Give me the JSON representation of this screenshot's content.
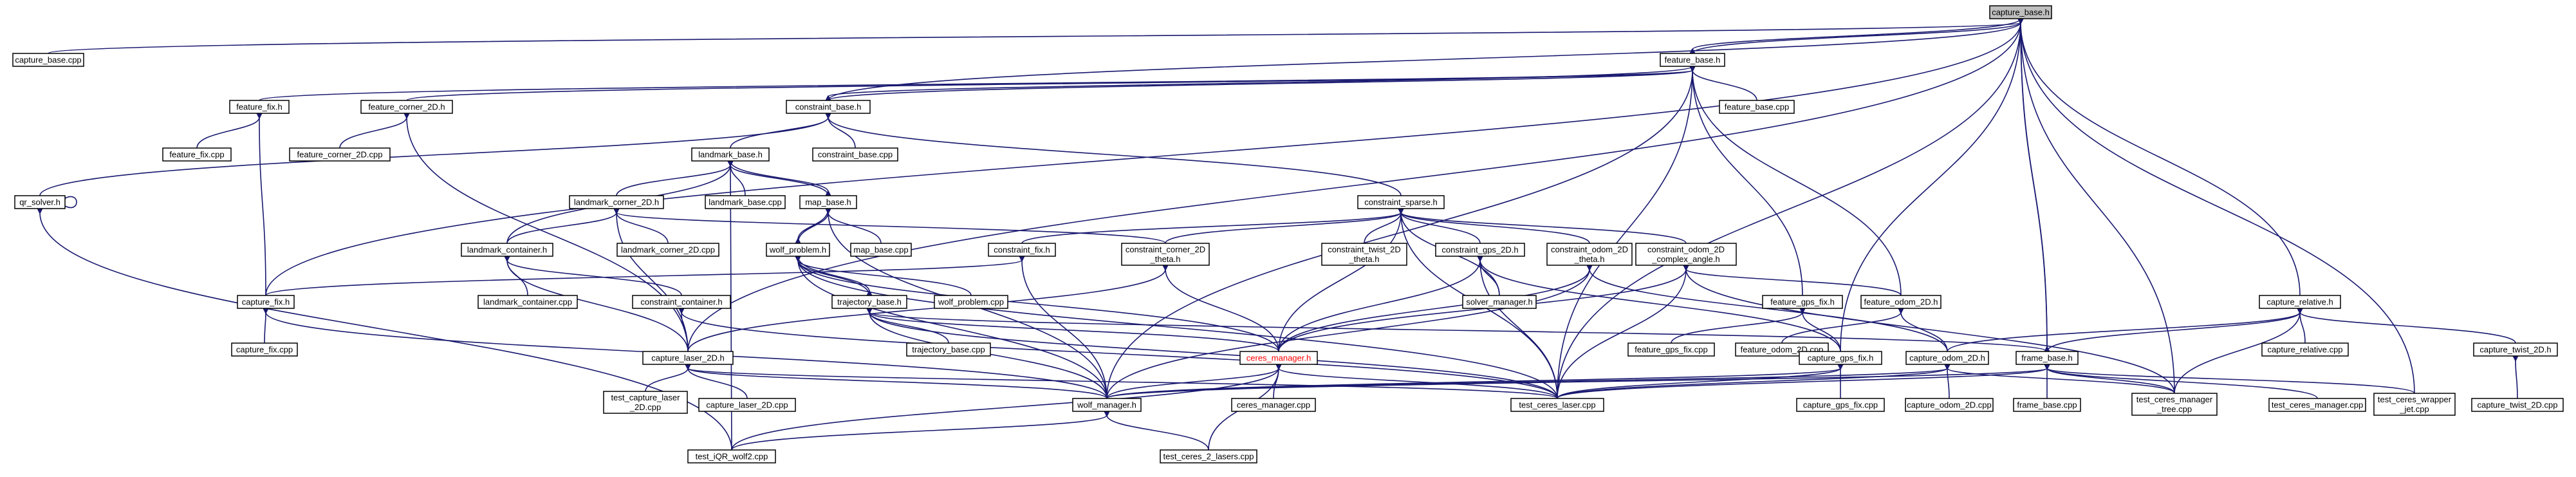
{
  "diagram": {
    "nodes": [
      {
        "id": "capture_base_h",
        "lines": [
          "capture_base.h"
        ],
        "root": true
      },
      {
        "id": "capture_base_cpp",
        "lines": [
          "capture_base.cpp"
        ]
      },
      {
        "id": "feature_base_h",
        "lines": [
          "feature_base.h"
        ]
      },
      {
        "id": "feature_fix_h",
        "lines": [
          "feature_fix.h"
        ]
      },
      {
        "id": "feature_corner_2D_h",
        "lines": [
          "feature_corner_2D.h"
        ]
      },
      {
        "id": "constraint_base_h",
        "lines": [
          "constraint_base.h"
        ]
      },
      {
        "id": "feature_base_cpp",
        "lines": [
          "feature_base.cpp"
        ]
      },
      {
        "id": "feature_fix_cpp",
        "lines": [
          "feature_fix.cpp"
        ]
      },
      {
        "id": "feature_corner_2D_cpp",
        "lines": [
          "feature_corner_2D.cpp"
        ]
      },
      {
        "id": "landmark_base_h",
        "lines": [
          "landmark_base.h"
        ]
      },
      {
        "id": "constraint_base_cpp",
        "lines": [
          "constraint_base.cpp"
        ]
      },
      {
        "id": "qr_solver_h",
        "lines": [
          "qr_solver.h"
        ]
      },
      {
        "id": "landmark_corner_2D_h",
        "lines": [
          "landmark_corner_2D.h"
        ]
      },
      {
        "id": "landmark_base_cpp",
        "lines": [
          "landmark_base.cpp"
        ]
      },
      {
        "id": "map_base_h",
        "lines": [
          "map_base.h"
        ]
      },
      {
        "id": "constraint_sparse_h",
        "lines": [
          "constraint_sparse.h"
        ]
      },
      {
        "id": "landmark_container_h",
        "lines": [
          "landmark_container.h"
        ]
      },
      {
        "id": "landmark_corner_2D_cpp",
        "lines": [
          "landmark_corner_2D.cpp"
        ]
      },
      {
        "id": "wolf_problem_h",
        "lines": [
          "wolf_problem.h"
        ]
      },
      {
        "id": "map_base_cpp",
        "lines": [
          "map_base.cpp"
        ]
      },
      {
        "id": "constraint_fix_h",
        "lines": [
          "constraint_fix.h"
        ]
      },
      {
        "id": "constraint_corner_2D_theta_h",
        "lines": [
          "constraint_corner_2D",
          "_theta.h"
        ]
      },
      {
        "id": "constraint_twist_2D_theta_h",
        "lines": [
          "constraint_twist_2D",
          "_theta.h"
        ]
      },
      {
        "id": "constraint_gps_2D_h",
        "lines": [
          "constraint_gps_2D.h"
        ]
      },
      {
        "id": "constraint_odom_2D_theta_h",
        "lines": [
          "constraint_odom_2D",
          "_theta.h"
        ]
      },
      {
        "id": "constraint_odom_2D_complex_angle_h",
        "lines": [
          "constraint_odom_2D",
          "_complex_angle.h"
        ]
      },
      {
        "id": "capture_fix_h",
        "lines": [
          "capture_fix.h"
        ]
      },
      {
        "id": "landmark_container_cpp",
        "lines": [
          "landmark_container.cpp"
        ]
      },
      {
        "id": "constraint_container_h",
        "lines": [
          "constraint_container.h"
        ]
      },
      {
        "id": "trajectory_base_h",
        "lines": [
          "trajectory_base.h"
        ]
      },
      {
        "id": "wolf_problem_cpp",
        "lines": [
          "wolf_problem.cpp"
        ]
      },
      {
        "id": "solver_manager_h",
        "lines": [
          "solver_manager.h"
        ]
      },
      {
        "id": "feature_gps_fix_h",
        "lines": [
          "feature_gps_fix.h"
        ]
      },
      {
        "id": "feature_odom_2D_h",
        "lines": [
          "feature_odom_2D.h"
        ]
      },
      {
        "id": "capture_relative_h",
        "lines": [
          "capture_relative.h"
        ]
      },
      {
        "id": "capture_fix_cpp",
        "lines": [
          "capture_fix.cpp"
        ]
      },
      {
        "id": "trajectory_base_cpp",
        "lines": [
          "trajectory_base.cpp"
        ]
      },
      {
        "id": "feature_gps_fix_cpp",
        "lines": [
          "feature_gps_fix.cpp"
        ]
      },
      {
        "id": "feature_odom_2D_cpp",
        "lines": [
          "feature_odom_2D.cpp"
        ]
      },
      {
        "id": "capture_relative_cpp",
        "lines": [
          "capture_relative.cpp"
        ]
      },
      {
        "id": "capture_twist_2D_h",
        "lines": [
          "capture_twist_2D.h"
        ]
      },
      {
        "id": "capture_laser_2D_h",
        "lines": [
          "capture_laser_2D.h"
        ]
      },
      {
        "id": "ceres_manager_h",
        "lines": [
          "ceres_manager.h"
        ],
        "red": true
      },
      {
        "id": "capture_gps_fix_h",
        "lines": [
          "capture_gps_fix.h"
        ]
      },
      {
        "id": "capture_odom_2D_h",
        "lines": [
          "capture_odom_2D.h"
        ]
      },
      {
        "id": "frame_base_h",
        "lines": [
          "frame_base.h"
        ]
      },
      {
        "id": "test_capture_laser_2D_cpp",
        "lines": [
          "test_capture_laser",
          "_2D.cpp"
        ]
      },
      {
        "id": "capture_laser_2D_cpp",
        "lines": [
          "capture_laser_2D.cpp"
        ]
      },
      {
        "id": "ceres_manager_cpp",
        "lines": [
          "ceres_manager.cpp"
        ]
      },
      {
        "id": "capture_gps_fix_cpp",
        "lines": [
          "capture_gps_fix.cpp"
        ]
      },
      {
        "id": "capture_odom_2D_cpp",
        "lines": [
          "capture_odom_2D.cpp"
        ]
      },
      {
        "id": "frame_base_cpp",
        "lines": [
          "frame_base.cpp"
        ]
      },
      {
        "id": "test_ceres_manager_tree_cpp",
        "lines": [
          "test_ceres_manager",
          "_tree.cpp"
        ]
      },
      {
        "id": "test_ceres_manager_cpp",
        "lines": [
          "test_ceres_manager.cpp"
        ]
      },
      {
        "id": "test_ceres_wrapper_jet_cpp",
        "lines": [
          "test_ceres_wrapper",
          "_jet.cpp"
        ]
      },
      {
        "id": "capture_twist_2D_cpp",
        "lines": [
          "capture_twist_2D.cpp"
        ]
      },
      {
        "id": "wolf_manager_h",
        "lines": [
          "wolf_manager.h"
        ]
      },
      {
        "id": "test_ceres_laser_cpp",
        "lines": [
          "test_ceres_laser.cpp"
        ]
      },
      {
        "id": "test_iQR_wolf2_cpp",
        "lines": [
          "test_iQR_wolf2.cpp"
        ]
      },
      {
        "id": "test_ceres_2_lasers_cpp",
        "lines": [
          "test_ceres_2_lasers.cpp"
        ]
      }
    ],
    "edges": [
      [
        "capture_base_h",
        "capture_base_cpp"
      ],
      [
        "capture_base_h",
        "feature_base_h"
      ],
      [
        "capture_base_h",
        "constraint_base_h"
      ],
      [
        "capture_base_h",
        "capture_fix_h"
      ],
      [
        "capture_base_h",
        "capture_laser_2D_h"
      ],
      [
        "capture_base_h",
        "capture_relative_h"
      ],
      [
        "capture_base_h",
        "capture_gps_fix_h"
      ],
      [
        "capture_base_h",
        "frame_base_h"
      ],
      [
        "capture_base_h",
        "test_ceres_manager_tree_cpp"
      ],
      [
        "capture_base_h",
        "test_ceres_wrapper_jet_cpp"
      ],
      [
        "capture_base_h",
        "test_ceres_laser_cpp"
      ],
      [
        "feature_base_h",
        "capture_base_h"
      ],
      [
        "feature_base_h",
        "feature_fix_h"
      ],
      [
        "feature_base_h",
        "feature_corner_2D_h"
      ],
      [
        "feature_base_h",
        "constraint_base_h"
      ],
      [
        "feature_base_h",
        "feature_base_cpp"
      ],
      [
        "feature_base_h",
        "feature_gps_fix_h"
      ],
      [
        "feature_base_h",
        "feature_odom_2D_h"
      ],
      [
        "feature_base_h",
        "wolf_manager_h"
      ],
      [
        "feature_base_h",
        "test_ceres_laser_cpp"
      ],
      [
        "feature_fix_h",
        "feature_fix_cpp"
      ],
      [
        "feature_fix_h",
        "capture_fix_h"
      ],
      [
        "feature_corner_2D_h",
        "feature_corner_2D_cpp"
      ],
      [
        "feature_corner_2D_h",
        "capture_laser_2D_h"
      ],
      [
        "constraint_base_h",
        "feature_base_h"
      ],
      [
        "constraint_base_h",
        "constraint_base_cpp"
      ],
      [
        "constraint_base_h",
        "landmark_base_h"
      ],
      [
        "constraint_base_h",
        "constraint_sparse_h"
      ],
      [
        "constraint_base_h",
        "qr_solver_h"
      ],
      [
        "qr_solver_h",
        "qr_solver_h"
      ],
      [
        "qr_solver_h",
        "test_iQR_wolf2_cpp"
      ],
      [
        "landmark_base_h",
        "landmark_base_cpp"
      ],
      [
        "landmark_base_h",
        "landmark_corner_2D_h"
      ],
      [
        "landmark_base_h",
        "map_base_h"
      ],
      [
        "landmark_base_h",
        "landmark_container_h"
      ],
      [
        "landmark_base_h",
        "test_iQR_wolf2_cpp"
      ],
      [
        "map_base_h",
        "landmark_base_h"
      ],
      [
        "map_base_h",
        "map_base_cpp"
      ],
      [
        "map_base_h",
        "wolf_problem_h"
      ],
      [
        "map_base_h",
        "wolf_manager_h"
      ],
      [
        "landmark_corner_2D_h",
        "landmark_corner_2D_cpp"
      ],
      [
        "landmark_corner_2D_h",
        "landmark_container_h"
      ],
      [
        "landmark_corner_2D_h",
        "capture_laser_2D_h"
      ],
      [
        "landmark_corner_2D_h",
        "constraint_corner_2D_theta_h"
      ],
      [
        "landmark_container_h",
        "landmark_container_cpp"
      ],
      [
        "landmark_container_h",
        "constraint_container_h"
      ],
      [
        "landmark_container_h",
        "capture_laser_2D_h"
      ],
      [
        "wolf_problem_h",
        "map_base_h"
      ],
      [
        "wolf_problem_h",
        "trajectory_base_h"
      ],
      [
        "wolf_problem_h",
        "wolf_problem_cpp"
      ],
      [
        "wolf_problem_h",
        "ceres_manager_h"
      ],
      [
        "wolf_problem_h",
        "wolf_manager_h"
      ],
      [
        "wolf_problem_h",
        "test_ceres_laser_cpp"
      ],
      [
        "constraint_sparse_h",
        "constraint_fix_h"
      ],
      [
        "constraint_sparse_h",
        "constraint_corner_2D_theta_h"
      ],
      [
        "constraint_sparse_h",
        "constraint_twist_2D_theta_h"
      ],
      [
        "constraint_sparse_h",
        "constraint_gps_2D_h"
      ],
      [
        "constraint_sparse_h",
        "constraint_odom_2D_theta_h"
      ],
      [
        "constraint_sparse_h",
        "constraint_odom_2D_complex_angle_h"
      ],
      [
        "constraint_sparse_h",
        "ceres_manager_h"
      ],
      [
        "constraint_sparse_h",
        "test_ceres_laser_cpp"
      ],
      [
        "constraint_sparse_h",
        "solver_manager_h"
      ],
      [
        "constraint_fix_h",
        "capture_fix_h"
      ],
      [
        "constraint_fix_h",
        "wolf_manager_h"
      ],
      [
        "constraint_corner_2D_theta_h",
        "ceres_manager_h"
      ],
      [
        "constraint_corner_2D_theta_h",
        "capture_laser_2D_h"
      ],
      [
        "constraint_gps_2D_h",
        "capture_gps_fix_h"
      ],
      [
        "constraint_gps_2D_h",
        "ceres_manager_h"
      ],
      [
        "constraint_gps_2D_h",
        "solver_manager_h"
      ],
      [
        "constraint_gps_2D_h",
        "test_ceres_laser_cpp"
      ],
      [
        "constraint_odom_2D_theta_h",
        "capture_odom_2D_h"
      ],
      [
        "constraint_odom_2D_theta_h",
        "ceres_manager_h"
      ],
      [
        "constraint_odom_2D_theta_h",
        "wolf_manager_h"
      ],
      [
        "constraint_odom_2D_complex_angle_h",
        "feature_odom_2D_h"
      ],
      [
        "constraint_odom_2D_complex_angle_h",
        "ceres_manager_h"
      ],
      [
        "constraint_odom_2D_complex_angle_h",
        "test_ceres_manager_tree_cpp"
      ],
      [
        "constraint_odom_2D_complex_angle_h",
        "test_ceres_laser_cpp"
      ],
      [
        "capture_fix_h",
        "capture_fix_cpp"
      ],
      [
        "capture_fix_h",
        "wolf_manager_h"
      ],
      [
        "constraint_container_h",
        "capture_laser_2D_h"
      ],
      [
        "constraint_container_h",
        "test_ceres_laser_cpp"
      ],
      [
        "trajectory_base_h",
        "wolf_problem_h"
      ],
      [
        "trajectory_base_h",
        "trajectory_base_cpp"
      ],
      [
        "trajectory_base_h",
        "frame_base_h"
      ],
      [
        "trajectory_base_h",
        "wolf_manager_h"
      ],
      [
        "trajectory_base_h",
        "ceres_manager_h"
      ],
      [
        "trajectory_base_h",
        "test_ceres_laser_cpp"
      ],
      [
        "feature_gps_fix_h",
        "feature_gps_fix_cpp"
      ],
      [
        "feature_gps_fix_h",
        "capture_gps_fix_h"
      ],
      [
        "feature_odom_2D_h",
        "feature_odom_2D_cpp"
      ],
      [
        "feature_odom_2D_h",
        "capture_odom_2D_h"
      ],
      [
        "capture_relative_h",
        "capture_relative_cpp"
      ],
      [
        "capture_relative_h",
        "capture_twist_2D_h"
      ],
      [
        "capture_relative_h",
        "capture_odom_2D_h"
      ],
      [
        "capture_relative_h",
        "frame_base_h"
      ],
      [
        "capture_relative_h",
        "test_ceres_manager_tree_cpp"
      ],
      [
        "capture_twist_2D_h",
        "capture_twist_2D_cpp"
      ],
      [
        "capture_laser_2D_h",
        "test_capture_laser_2D_cpp"
      ],
      [
        "capture_laser_2D_h",
        "capture_laser_2D_cpp"
      ],
      [
        "capture_laser_2D_h",
        "wolf_manager_h"
      ],
      [
        "capture_laser_2D_h",
        "test_ceres_laser_cpp"
      ],
      [
        "ceres_manager_h",
        "ceres_manager_cpp"
      ],
      [
        "ceres_manager_h",
        "wolf_manager_h"
      ],
      [
        "ceres_manager_h",
        "test_ceres_laser_cpp"
      ],
      [
        "ceres_manager_h",
        "test_ceres_2_lasers_cpp"
      ],
      [
        "ceres_manager_h",
        "test_iQR_wolf2_cpp"
      ],
      [
        "capture_gps_fix_h",
        "capture_gps_fix_cpp"
      ],
      [
        "capture_gps_fix_h",
        "wolf_manager_h"
      ],
      [
        "capture_gps_fix_h",
        "test_ceres_laser_cpp"
      ],
      [
        "capture_odom_2D_h",
        "capture_odom_2D_cpp"
      ],
      [
        "capture_odom_2D_h",
        "wolf_manager_h"
      ],
      [
        "capture_odom_2D_h",
        "test_ceres_manager_tree_cpp"
      ],
      [
        "capture_odom_2D_h",
        "test_ceres_laser_cpp"
      ],
      [
        "frame_base_h",
        "capture_base_h"
      ],
      [
        "frame_base_h",
        "frame_base_cpp"
      ],
      [
        "frame_base_h",
        "test_ceres_manager_tree_cpp"
      ],
      [
        "frame_base_h",
        "test_ceres_manager_cpp"
      ],
      [
        "frame_base_h",
        "test_ceres_wrapper_jet_cpp"
      ],
      [
        "frame_base_h",
        "wolf_manager_h"
      ],
      [
        "frame_base_h",
        "test_ceres_laser_cpp"
      ],
      [
        "wolf_manager_h",
        "test_iQR_wolf2_cpp"
      ],
      [
        "wolf_manager_h",
        "test_ceres_2_lasers_cpp"
      ]
    ]
  }
}
